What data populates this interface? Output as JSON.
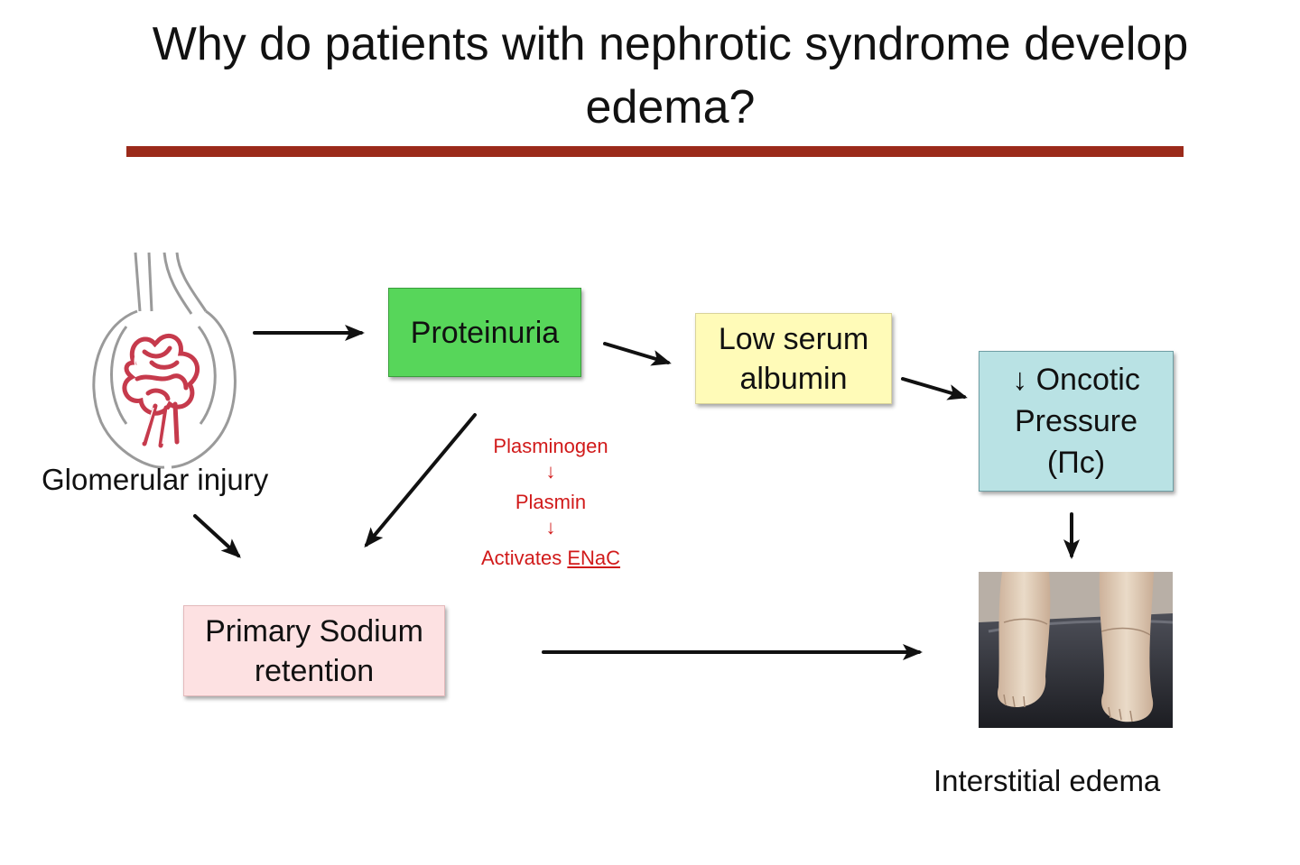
{
  "title": {
    "line1": "Why do patients with nephrotic syndrome develop",
    "line2": "edema?"
  },
  "colors": {
    "rule": "#9b2a1a",
    "proteinuria": "#57d65a",
    "low_serum_albumin": "#fffbb8",
    "oncotic_pressure": "#b9e2e4",
    "sodium_retention": "#fde1e2",
    "mechanism_text": "#d11a1a"
  },
  "nodes": {
    "glomerular_injury": "Glomerular injury",
    "proteinuria": "Proteinuria",
    "low_serum_albumin": {
      "line1": "Low serum",
      "line2": "albumin"
    },
    "oncotic_pressure": {
      "line1": "↓ Oncotic",
      "line2": "Pressure",
      "line3": "(Πc)"
    },
    "sodium_retention": {
      "line1": "Primary Sodium",
      "line2": "retention"
    },
    "interstitial_edema": "Interstitial edema"
  },
  "mechanism": {
    "step1": "Plasminogen",
    "arrow": "↓",
    "step2": "Plasmin",
    "step3_prefix": "Activates ",
    "step3_underlined": "ENaC"
  },
  "icons": {
    "glomerulus": "glomerulus-illustration",
    "edema_photo": "swollen-legs-photo"
  }
}
